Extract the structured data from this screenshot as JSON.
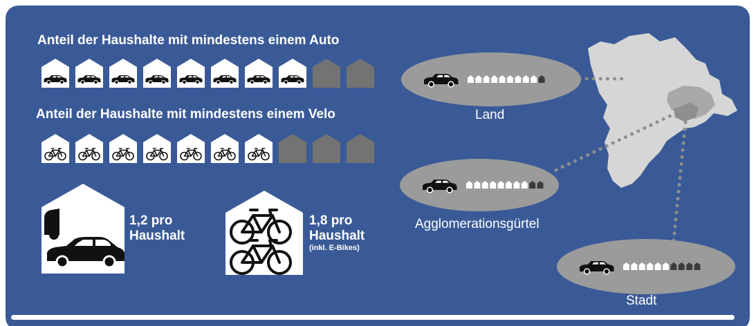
{
  "colors": {
    "panel": "#3a5a97",
    "house": "#ffffff",
    "house_empty": "#737373",
    "vehicle": "#111111",
    "ellipse": "#9b9b9b",
    "map": "#d6d6d6",
    "map_city": "#a9a9a9",
    "dots": "#8e8e8e"
  },
  "car_share": {
    "heading": "Anteil der Haushalte mit mindestens einem Auto",
    "filled": 8,
    "total": 10,
    "icon": "car-icon"
  },
  "bike_share": {
    "heading": "Anteil der Haushalte mit mindestens einem Velo",
    "filled": 7,
    "total": 10,
    "icon": "bicycle-icon"
  },
  "car_per_household": {
    "line1": "1,2 pro",
    "line2": "Haushalt"
  },
  "bike_per_household": {
    "line1": "1,8 pro",
    "line2": "Haushalt",
    "note": "(inkl. E-Bikes)"
  },
  "regions": [
    {
      "label": "Land",
      "filled": 9,
      "total": 10
    },
    {
      "label": "Agglomerationsgürtel",
      "filled": 8,
      "total": 10
    },
    {
      "label": "Stadt",
      "filled": 6,
      "total": 10
    }
  ]
}
